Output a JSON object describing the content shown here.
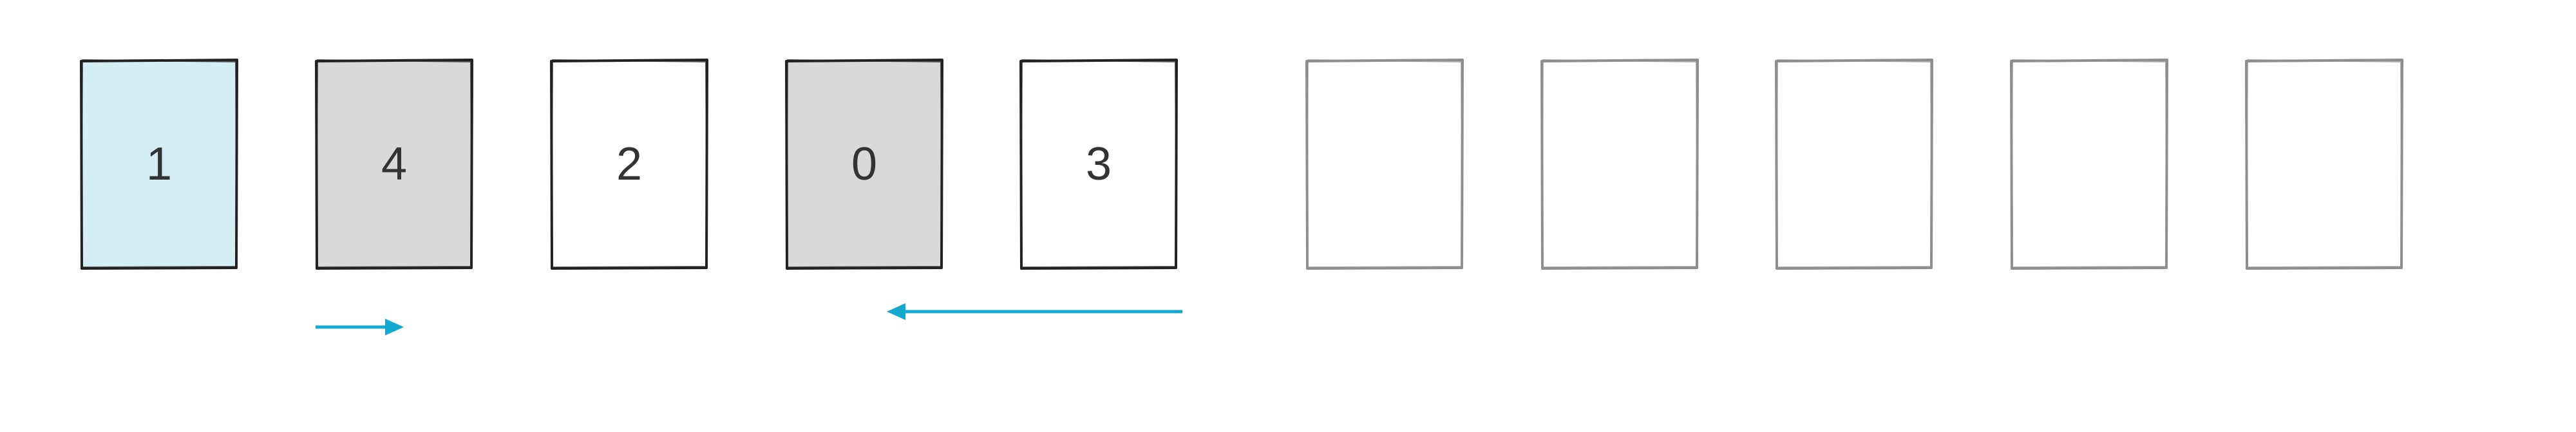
{
  "diagram": {
    "cards": [
      {
        "label": "1",
        "state": "selected"
      },
      {
        "label": "4",
        "state": "highlighted"
      },
      {
        "label": "2",
        "state": "normal"
      },
      {
        "label": "0",
        "state": "highlighted"
      },
      {
        "label": "3",
        "state": "normal"
      },
      {
        "label": "",
        "state": "empty"
      },
      {
        "label": "",
        "state": "empty"
      },
      {
        "label": "",
        "state": "empty"
      },
      {
        "label": "",
        "state": "empty"
      },
      {
        "label": "",
        "state": "empty"
      }
    ],
    "arrows": [
      {
        "direction": "right"
      },
      {
        "direction": "left"
      }
    ],
    "colors": {
      "selected_fill": "#d5edf5",
      "highlighted_fill": "#d9d9d9",
      "normal_fill": "#ffffff",
      "filled_stroke": "#222222",
      "empty_stroke": "#8e8e8e",
      "arrow": "#13a8cf",
      "text": "#333333"
    }
  }
}
